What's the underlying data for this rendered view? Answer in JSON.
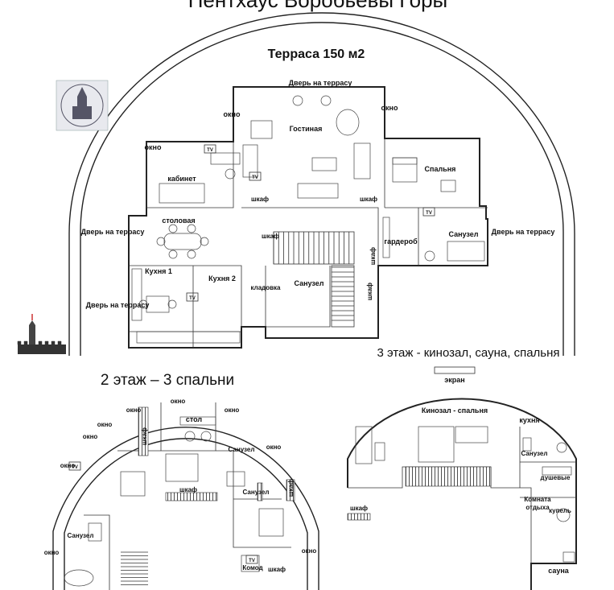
{
  "title": "Пентхаус Воробьевы Горы",
  "floor1": {
    "terrace_label": "Терраса 150 м2",
    "labels": {
      "door_top": "Дверь на террасу",
      "window_1": "окно",
      "window_2": "окно",
      "window_3": "окно",
      "living_room": "Гостиная",
      "bedroom": "Спальня",
      "study": "кабинет",
      "wardrobe_1": "шкаф",
      "wardrobe_2": "шкаф",
      "wardrobe_3": "шкаф",
      "wardrobe_4": "шкаф",
      "wardrobe_5": "шкаф",
      "dining": "столовая",
      "door_left_1": "Дверь на террасу",
      "door_left_2": "Дверь на террасу",
      "door_right": "Дверь на террасу",
      "dressing_room": "гардероб",
      "bathroom_right": "Санузел",
      "kitchen_1": "Кухня 1",
      "kitchen_2": "Кухня 2",
      "pantry": "кладовка",
      "bathroom_center": "Санузел"
    }
  },
  "floor2": {
    "heading": "2 этаж – 3 спальни",
    "labels": {
      "window_1": "окно",
      "window_2": "окно",
      "window_3": "окно",
      "window_4": "окно",
      "window_5": "окно",
      "window_6": "окно",
      "window_7": "окно",
      "window_8": "окно",
      "window_9": "окно",
      "table": "стол",
      "wardrobe_1": "шкаф",
      "wardrobe_2": "шкаф",
      "wardrobe_3": "шкаф",
      "wardrobe_4": "шкаф",
      "bathroom_1": "Санузел",
      "bathroom_2": "Санузел",
      "bathroom_3": "Санузел",
      "dresser": "Комод"
    }
  },
  "floor3": {
    "heading": "3 этаж - кинозал, сауна, спальня",
    "labels": {
      "screen": "экран",
      "cinema": "Кинозал - спальня",
      "kitchen": "кухня",
      "bathroom": "Санузел",
      "showers": "душевые",
      "rest_room_1": "Комната",
      "rest_room_2": "отдыха",
      "plunge_pool": "купель",
      "wardrobe": "шкаф",
      "sauna": "сауна"
    }
  },
  "tv_label": "TV"
}
